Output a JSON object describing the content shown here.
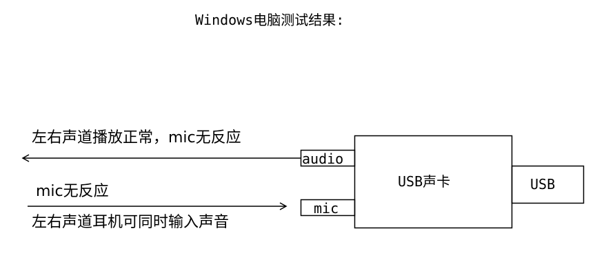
{
  "title": "Windows电脑测试结果:",
  "usb_card_label": "USB声卡",
  "usb_label": "USB",
  "audio_port_label": "audio",
  "mic_port_label": "mic",
  "audio_out_text": "左右声道播放正常，mic无反应",
  "mic_in_text": "mic无反应",
  "mic_in_sub_text": "左右声道耳机可同时输入声音"
}
